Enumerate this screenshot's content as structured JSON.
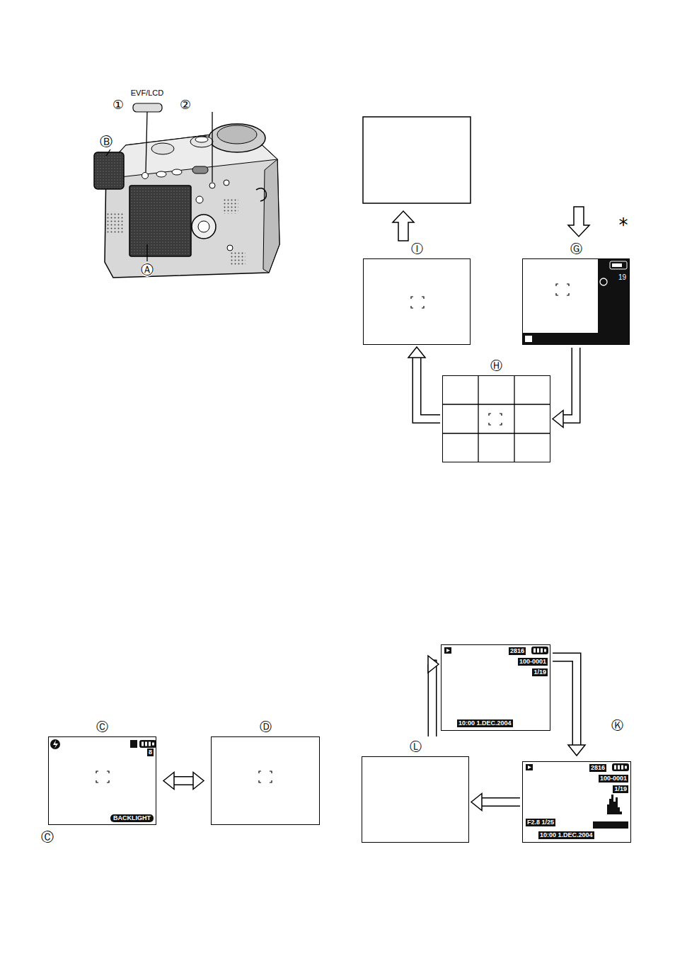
{
  "diagram": {
    "nodes": [
      {
        "text": [
          "Ⓘ"
        ]
      },
      {
        "text": [
          "Ⓖ",
          "19"
        ]
      },
      {
        "text": [
          "Ⓗ"
        ]
      },
      {
        "text": [
          "Ⓒ",
          "8",
          "BACKLIGHT"
        ]
      },
      {
        "text": [
          "Ⓓ"
        ]
      },
      {
        "text": [
          "2816",
          "100-0001",
          "1/19",
          "10:00 1.DEC.2004"
        ]
      },
      {
        "text": [
          "Ⓛ"
        ]
      },
      {
        "text": [
          "Ⓚ",
          "2816",
          "100-0001",
          "1/19",
          "F2.8 1/25",
          "10:00 1.DEC.2004"
        ]
      }
    ],
    "edges": [
      {
        "from": 1,
        "to": 2,
        "arrow": "to"
      },
      {
        "from": 2,
        "to": 0,
        "arrow": "to"
      },
      {
        "from": 3,
        "to": 4,
        "arrow": "both"
      },
      {
        "from": 5,
        "to": 7,
        "arrow": "to"
      },
      {
        "from": 7,
        "to": 6,
        "arrow": "to"
      },
      {
        "from": 6,
        "to": 5,
        "arrow": "to"
      }
    ],
    "labels": [
      "EVF/LCD",
      "①",
      "②",
      "Ⓑ",
      "Ⓐ",
      "*",
      "Ⓒ"
    ]
  }
}
